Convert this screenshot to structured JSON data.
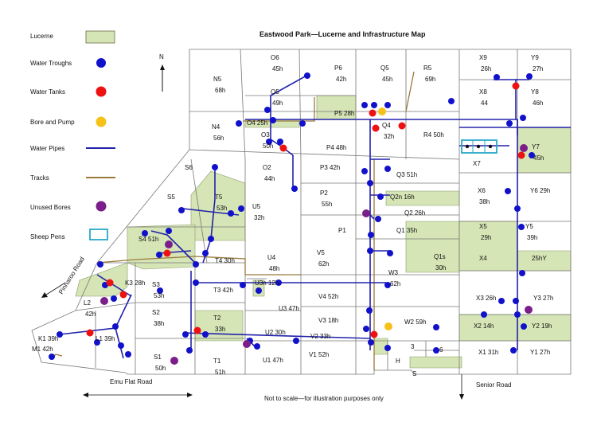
{
  "title": "Eastwood Park—Lucerne and Infrastructure Map",
  "footnote": "Not to scale—for illustration purposes only",
  "north_label": "N",
  "colors": {
    "lucerne_fill": "#d5e5b5",
    "water_trough": "#1111cc",
    "water_tank": "#ee1111",
    "bore_pump": "#f6c21a",
    "water_pipe": "#2222aa",
    "track": "#9a7a3a",
    "unused_bore": "#7a1e8a",
    "sheep_pen": "#2aa7c8"
  },
  "legend": [
    {
      "label": "Lucerne",
      "symbol": "lucerne-swatch"
    },
    {
      "label": "Water Troughs",
      "symbol": "blue-dot"
    },
    {
      "label": "Water Tanks",
      "symbol": "red-dot"
    },
    {
      "label": "Bore and  Pump",
      "symbol": "yellow-dot"
    },
    {
      "label": "Water Pipes",
      "symbol": "blue-line"
    },
    {
      "label": "Tracks",
      "symbol": "brown-line"
    },
    {
      "label": "Unused Bores",
      "symbol": "purple-dot"
    },
    {
      "label": "Sheep Pens",
      "symbol": "cyan-rect"
    }
  ],
  "roads": {
    "pinnaroo": "Pinnaroo Road",
    "emu_flat": "Emu Flat Road",
    "senior": "Senior Road"
  },
  "paddocks": {
    "N5": [
      "N5",
      "68h"
    ],
    "O6": [
      "O6",
      "45h"
    ],
    "P6": [
      "P6",
      "42h"
    ],
    "Q5": [
      "Q5",
      "45h"
    ],
    "R5": [
      "R5",
      "69h"
    ],
    "X9": [
      "X9",
      "26h"
    ],
    "Y9": [
      "Y9",
      "27h"
    ],
    "X8": [
      "X8",
      "44"
    ],
    "Y8": [
      "Y8",
      "46h"
    ],
    "O5": [
      "O5",
      "49h"
    ],
    "O4": [
      "O4",
      "25h"
    ],
    "P5": [
      "P5",
      "28h"
    ],
    "Q4": [
      "Q4",
      "32h"
    ],
    "R4": [
      "R4",
      "50h"
    ],
    "N4": [
      "N4",
      "56h"
    ],
    "O3": [
      "O3",
      "50h"
    ],
    "P4": [
      "P4",
      "48h"
    ],
    "Y7": [
      "Y7",
      "45h"
    ],
    "X7": [
      "X7"
    ],
    "S6": [
      "S6"
    ],
    "O2": [
      "O2",
      "44h"
    ],
    "P3": [
      "P3",
      "42h"
    ],
    "Q3": [
      "Q3",
      "51h"
    ],
    "T5": [
      "T5",
      "53h"
    ],
    "S5": [
      "S5"
    ],
    "U5": [
      "U5",
      "32h"
    ],
    "P2": [
      "P2",
      "55h"
    ],
    "Q2n": [
      "Q2n",
      "16h"
    ],
    "X6": [
      "X6",
      "38h"
    ],
    "Y6": [
      "Y6",
      "29h"
    ],
    "Q2": [
      "Q2",
      "26h"
    ],
    "P1": [
      "P1"
    ],
    "Q1": [
      "Q1",
      "35h"
    ],
    "X5": [
      "X5",
      "29h"
    ],
    "Y5": [
      "Y5",
      "39h"
    ],
    "S4": [
      "S4",
      "51h"
    ],
    "T4": [
      "T4",
      "30h"
    ],
    "V5": [
      "V5",
      "62h"
    ],
    "Q1s": [
      "Q1s",
      "30h"
    ],
    "X4": [
      "X4"
    ],
    "Y4": [
      "25hY"
    ],
    "U4": [
      "U4",
      "48h"
    ],
    "W3": [
      "W3",
      "62h"
    ],
    "U3n": [
      "U3n",
      "12h"
    ],
    "S3": [
      "S3",
      "53h"
    ],
    "T3": [
      "T3",
      "42h"
    ],
    "K3": [
      "K3",
      "28h"
    ],
    "L2": [
      "L2",
      "42h"
    ],
    "V4": [
      "V4",
      "52h"
    ],
    "U3": [
      "U3",
      "47h"
    ],
    "X3": [
      "X3",
      "26h"
    ],
    "Y3": [
      "Y3",
      "27h"
    ],
    "S2": [
      "S2",
      "38h"
    ],
    "T2": [
      "T2",
      "33h"
    ],
    "V3": [
      "V3",
      "18h"
    ],
    "W2": [
      "W2",
      "59h"
    ],
    "X2": [
      "X2",
      "14h"
    ],
    "Y2": [
      "Y2",
      "19h"
    ],
    "U2": [
      "U2",
      "30h"
    ],
    "V2": [
      "V2",
      "33h"
    ],
    "K1": [
      "K1",
      "39h"
    ],
    "M1": [
      "M1",
      "42h"
    ],
    "L1": [
      "L1",
      "39h"
    ],
    "S1": [
      "S1",
      "50h"
    ],
    "T1": [
      "T1",
      "51h"
    ],
    "U1": [
      "U1",
      "47h"
    ],
    "V1": [
      "V1",
      "52h"
    ],
    "X1": [
      "X1",
      "31h"
    ],
    "Y1": [
      "Y1",
      "27h"
    ],
    "P3s": [
      "3"
    ],
    "P6s": [
      "6"
    ],
    "H": [
      "H"
    ],
    "S": [
      "S"
    ]
  }
}
